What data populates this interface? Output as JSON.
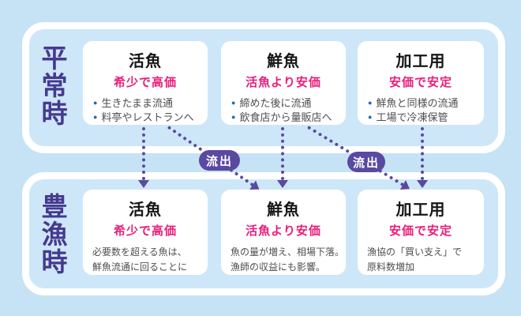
{
  "colors": {
    "background": "#c6e2f5",
    "panel_fill": "#cde7f9",
    "panel_border": "#ffffff",
    "label_purple": "#46398f",
    "flow_purple": "#5a49a0",
    "price_pink": "#e91e7b",
    "bullet_blue": "#1c6cb5",
    "body_gray": "#4e4e4e"
  },
  "sections": [
    {
      "label": "平常時",
      "cards": [
        {
          "title": "活魚",
          "subtitle": "希少で高価",
          "bullets": [
            "生きたまま流通",
            "料亭やレストランへ"
          ]
        },
        {
          "title": "鮮魚",
          "subtitle": "活魚より安価",
          "bullets": [
            "締めた後に流通",
            "飲食店から量販店へ"
          ]
        },
        {
          "title": "加工用",
          "subtitle": "安価で安定",
          "bullets": [
            "鮮魚と同様の流通",
            "工場で冷凍保管"
          ]
        }
      ]
    },
    {
      "label": "豊漁時",
      "cards": [
        {
          "title": "活魚",
          "subtitle": "希少で高価",
          "lines": [
            "必要数を超える魚は、",
            "鮮魚流通に回ることに"
          ]
        },
        {
          "title": "鮮魚",
          "subtitle": "活魚より安価",
          "lines": [
            "魚の量が増え、相場下落。",
            "漁師の収益にも影響。"
          ]
        },
        {
          "title": "加工用",
          "subtitle": "安価で安定",
          "lines": [
            "漁協の「買い支え」で",
            "原料数増加"
          ]
        }
      ]
    }
  ],
  "flow": {
    "outflow_badge": "流出"
  }
}
